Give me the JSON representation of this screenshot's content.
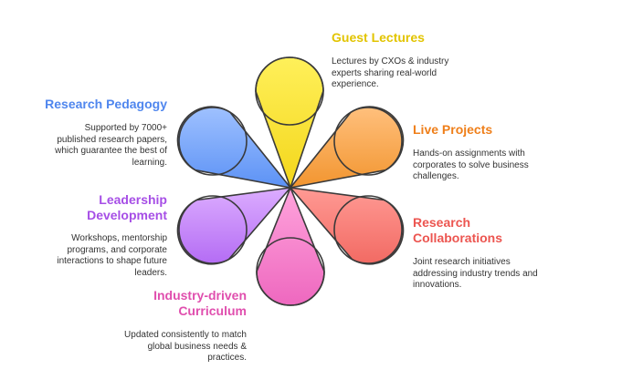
{
  "items": [
    {
      "title": "Guest Lectures",
      "desc": "Lectures by CXOs & industry experts sharing real-world experience.",
      "color": "#e2c400",
      "fill_top": "#fff05a",
      "fill_bottom": "#f3d61a"
    },
    {
      "title": "Live Projects",
      "desc": "Hands-on assignments with corporates to solve business challenges.",
      "color": "#ef7f1a",
      "fill_top": "#ffc07d",
      "fill_bottom": "#f2952f"
    },
    {
      "title": "Research Collaborations",
      "desc": "Joint research initiatives addressing industry trends and innovations.",
      "color": "#ec5550",
      "fill_top": "#ff9a94",
      "fill_bottom": "#f26a63"
    },
    {
      "title": "Industry-driven Curriculum",
      "desc": "Updated consistently to match global business needs & practices.",
      "color": "#e04fae",
      "fill_top": "#ffa4dc",
      "fill_bottom": "#ee68bf"
    },
    {
      "title": "Leadership Development",
      "desc": "Workshops, mentorship programs, and corporate interactions to shape future leaders.",
      "color": "#a64ee6",
      "fill_top": "#dcadff",
      "fill_bottom": "#b46cf4"
    },
    {
      "title": "Research Pedagogy",
      "desc": "Supported by 7000+ published research papers, which guarantee the best of learning.",
      "color": "#4f86ee",
      "fill_top": "#9fc1ff",
      "fill_bottom": "#5c92f5"
    }
  ]
}
